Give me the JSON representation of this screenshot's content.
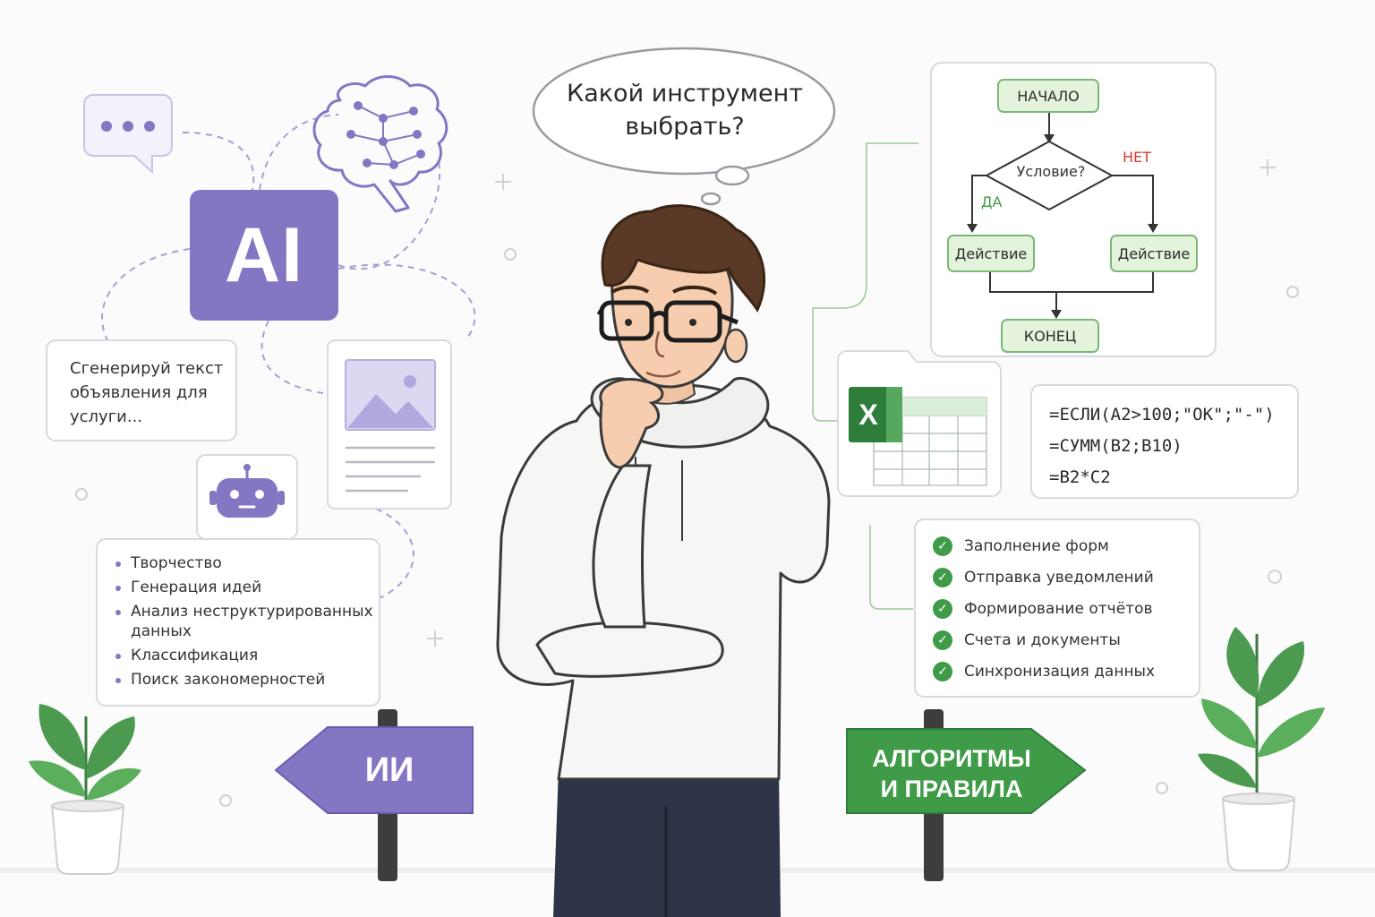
{
  "thought_bubble": {
    "question": "Какой инструмент выбрать?"
  },
  "ai_side": {
    "logo_text": "AI",
    "prompt_text": "Сгенерируй текст объявления для услуги...",
    "capabilities": [
      "Творчество",
      "Генерация идей",
      "Анализ неструктурированных данных",
      "Классификация",
      "Поиск закономерностей"
    ],
    "sign_label": "ИИ",
    "icons": [
      "chat-dots-icon",
      "brain-network-icon",
      "image-document-icon",
      "robot-icon"
    ],
    "accent_color": "#8576c4"
  },
  "algo_side": {
    "flowchart": {
      "start": "НАЧАЛО",
      "condition": "Условие?",
      "yes": "ДА",
      "no": "НЕТ",
      "action_left": "Действие",
      "action_right": "Действие",
      "end": "КОНЕЦ"
    },
    "spreadsheet_icon": "X",
    "formulas": [
      "=ЕСЛИ(A2>100;\"OK\";\"-\")",
      "=СУММ(B2;B10)",
      "=B2*C2"
    ],
    "tasks": [
      "Заполнение форм",
      "Отправка уведомлений",
      "Формирование отчётов",
      "Счета и документы",
      "Синхронизация данных"
    ],
    "sign_label_line1": "АЛГОРИТМЫ",
    "sign_label_line2": "И ПРАВИЛА",
    "accent_color": "#3f9b47"
  }
}
